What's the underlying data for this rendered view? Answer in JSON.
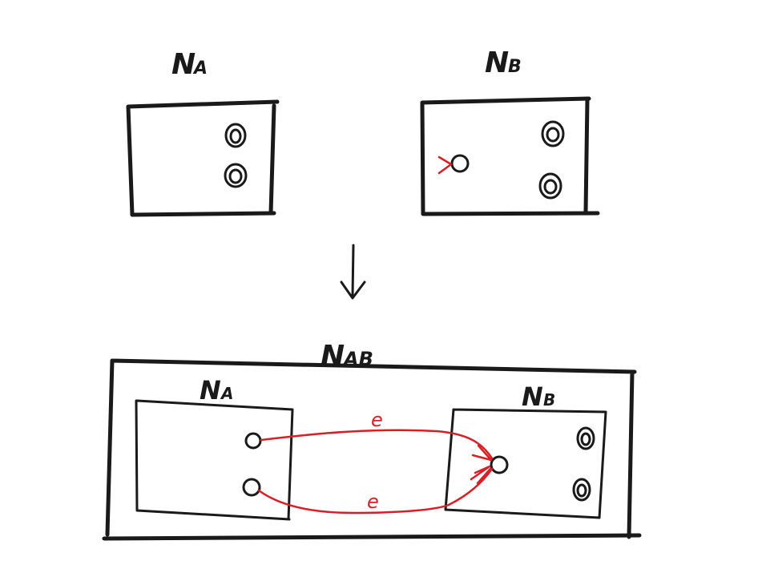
{
  "colors": {
    "ink": "#1a1a1a",
    "edge": "#d81f26",
    "background": "#ffffff"
  },
  "top": {
    "left_net": {
      "label_main": "N",
      "label_sub": "A"
    },
    "right_net": {
      "label_main": "N",
      "label_sub": "B"
    }
  },
  "arrow": {
    "icon": "down-arrow-icon"
  },
  "bottom": {
    "combined": {
      "label_main": "N",
      "label_sub": "AB"
    },
    "inner_left": {
      "label_main": "N",
      "label_sub": "A"
    },
    "inner_right": {
      "label_main": "N",
      "label_sub": "B"
    },
    "edges": [
      {
        "label": "e"
      },
      {
        "label": "e"
      }
    ]
  }
}
